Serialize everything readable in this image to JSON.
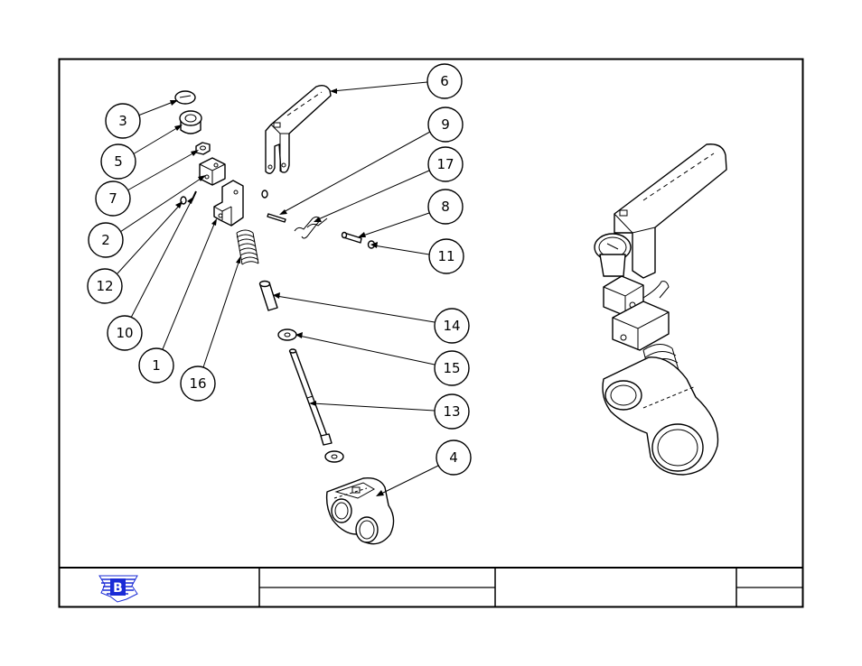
{
  "callouts": [
    {
      "id": "c3",
      "label": "3"
    },
    {
      "id": "c5",
      "label": "5"
    },
    {
      "id": "c7",
      "label": "7"
    },
    {
      "id": "c2",
      "label": "2"
    },
    {
      "id": "c12",
      "label": "12"
    },
    {
      "id": "c10",
      "label": "10"
    },
    {
      "id": "c1",
      "label": "1"
    },
    {
      "id": "c16",
      "label": "16"
    },
    {
      "id": "c6",
      "label": "6"
    },
    {
      "id": "c9",
      "label": "9"
    },
    {
      "id": "c17",
      "label": "17"
    },
    {
      "id": "c8",
      "label": "8"
    },
    {
      "id": "c11",
      "label": "11"
    },
    {
      "id": "c14",
      "label": "14"
    },
    {
      "id": "c15",
      "label": "15"
    },
    {
      "id": "c13",
      "label": "13"
    },
    {
      "id": "c4",
      "label": "4"
    }
  ],
  "logo": {
    "letter": "B",
    "color": "#1a2bd6",
    "bg": "#ffffff"
  },
  "colors": {
    "line": "#000000",
    "paper": "#ffffff"
  }
}
